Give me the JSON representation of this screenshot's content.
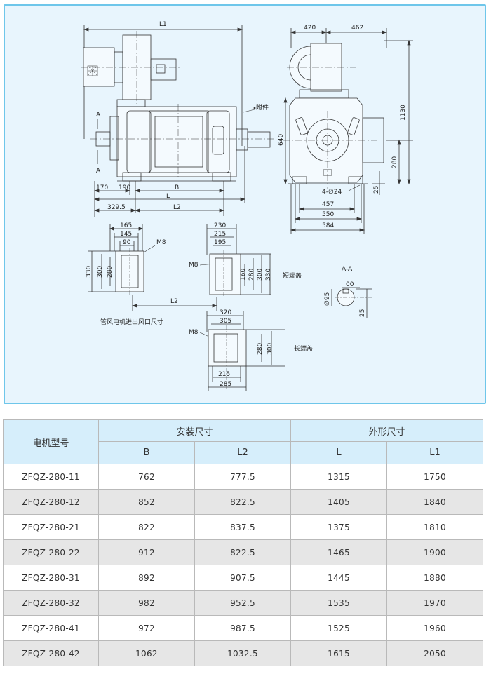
{
  "drawing": {
    "main_view": {
      "dims": {
        "L1": "L1",
        "B": "B",
        "L": "L",
        "L2": "L2",
        "d170": "170",
        "d190": "190",
        "d329_5": "329.5",
        "A_top": "A",
        "A_bottom": "A",
        "fujian": "附件"
      }
    },
    "end_view": {
      "dims": {
        "d420": "420",
        "d462": "462",
        "d1130": "1130",
        "d640": "640",
        "d280": "280",
        "d25": "25",
        "holes": "4-∅24",
        "d457": "457",
        "d550": "550",
        "d584": "584"
      }
    },
    "duct": {
      "dims": {
        "d165": "165",
        "d145": "145",
        "d90": "90",
        "M8": "M8",
        "d330": "330",
        "d300": "300",
        "d280": "280"
      },
      "L2": "L2",
      "caption": "管风电机进出风口尺寸"
    },
    "short_cover": {
      "dims": {
        "d230": "230",
        "d215": "215",
        "d195": "195",
        "M8": "M8",
        "d160": "160",
        "d280": "280",
        "d300": "300",
        "d330": "330"
      },
      "label": "短端盖"
    },
    "section_aa": {
      "title": "A-A",
      "dims": {
        "d00": "00",
        "d95": "∅95",
        "d25": "25"
      }
    },
    "long_cover": {
      "dims": {
        "d320": "320",
        "d305": "305",
        "M8": "M8",
        "d280": "280",
        "d300": "300",
        "d215": "215",
        "d285": "285"
      },
      "label": "长端盖"
    }
  },
  "table": {
    "col_model": "电机型号",
    "group_install": "安装尺寸",
    "group_outline": "外形尺寸",
    "sub_headers": [
      "B",
      "L2",
      "L",
      "L1"
    ],
    "rows": [
      [
        "ZFQZ-280-11",
        "762",
        "777.5",
        "1315",
        "1750"
      ],
      [
        "ZFQZ-280-12",
        "852",
        "822.5",
        "1405",
        "1840"
      ],
      [
        "ZFQZ-280-21",
        "822",
        "837.5",
        "1375",
        "1810"
      ],
      [
        "ZFQZ-280-22",
        "912",
        "822.5",
        "1465",
        "1900"
      ],
      [
        "ZFQZ-280-31",
        "892",
        "907.5",
        "1445",
        "1880"
      ],
      [
        "ZFQZ-280-32",
        "982",
        "952.5",
        "1535",
        "1970"
      ],
      [
        "ZFQZ-280-41",
        "972",
        "987.5",
        "1525",
        "1960"
      ],
      [
        "ZFQZ-280-42",
        "1062",
        "1032.5",
        "1615",
        "2050"
      ]
    ]
  }
}
